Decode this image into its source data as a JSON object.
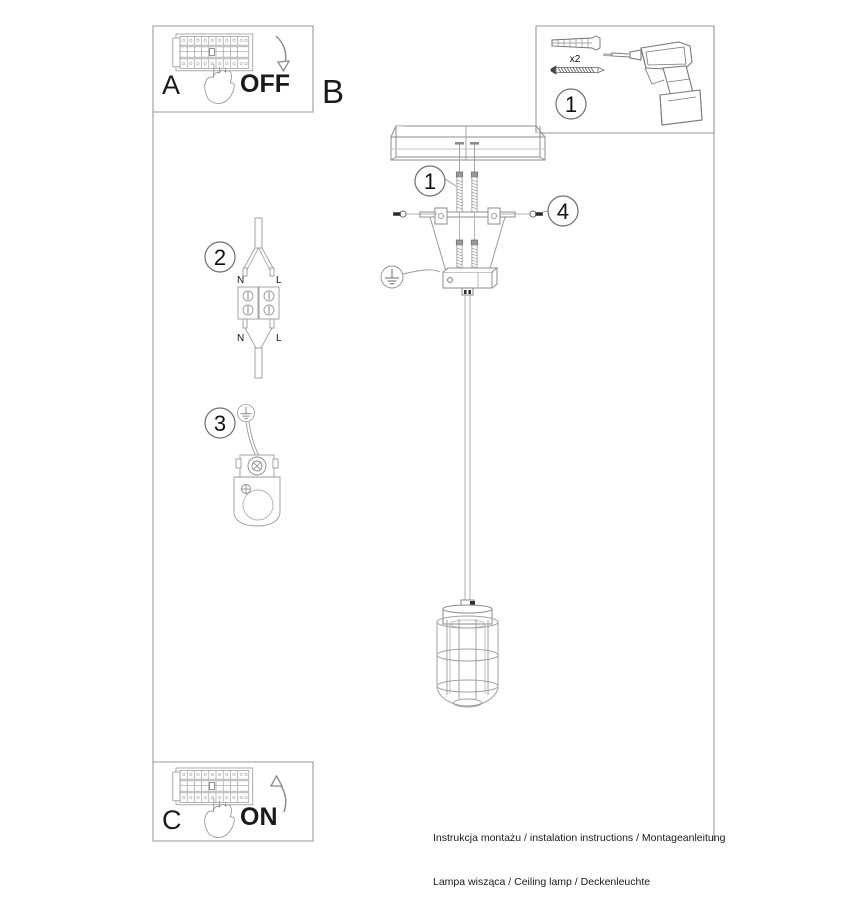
{
  "document": {
    "title": "Instrukcja montazu / instalation instructions / Montageanleitung",
    "subtitle": "Lampa wiszaca / Ceiling lamp / Deckenleuchte",
    "caption_line1": "Instrukcja montażu / instalation instructions / Montageanleitung",
    "caption_line2": "Lampa wisząca / Ceiling lamp / Deckenleuchte"
  },
  "panels": {
    "a": {
      "letter": "A",
      "state": "OFF",
      "icon": "circuit-breaker-panel-icon",
      "hand_icon": "hand-pointing-icon",
      "arrow_icon": "arrow-down-curved-icon"
    },
    "b": {
      "letter": "B"
    },
    "c": {
      "letter": "C",
      "state": "ON",
      "icon": "circuit-breaker-panel-icon",
      "hand_icon": "hand-pointing-icon",
      "arrow_icon": "arrow-up-curved-icon"
    },
    "parts": {
      "step": "1",
      "quantity": "x2",
      "wall_plug_icon": "wall-plug-icon",
      "screw_icon": "screw-icon",
      "drill_icon": "power-drill-icon"
    }
  },
  "steps": {
    "one_ceiling": "1",
    "two_terminal": "2",
    "three_earth": "3",
    "four_setscrew": "4"
  },
  "wiring": {
    "top_left": "N",
    "top_right": "L",
    "bottom_left": "N",
    "bottom_right": "L",
    "terminal_block_icon": "terminal-block-icon",
    "earth_symbol_icon": "earth-ground-icon"
  },
  "assembly": {
    "ceiling_icon": "ceiling-slab-icon",
    "bracket_icon": "mounting-bracket-icon",
    "canopy_icon": "canopy-cone-icon",
    "junction_icon": "junction-box-icon",
    "cable_icon": "suspension-cable-icon",
    "lamp_icon": "cage-pendant-lamp-icon",
    "earth_icon": "earth-ground-icon"
  },
  "colors": {
    "line": "#808080",
    "dark_line": "#4d4d4d",
    "text": "#1a1a1a",
    "frame": "#9a9a9a",
    "background": "#ffffff"
  }
}
